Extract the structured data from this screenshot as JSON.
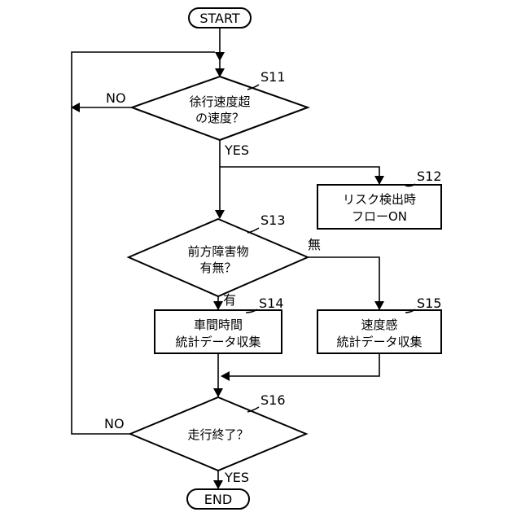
{
  "nodes": {
    "start": {
      "label": "START"
    },
    "s11": {
      "ref": "S11",
      "lines": [
        "徐行速度超",
        "の速度？"
      ]
    },
    "s12": {
      "ref": "S12",
      "lines": [
        "リスク検出時",
        "フローON"
      ]
    },
    "s13": {
      "ref": "S13",
      "lines": [
        "前方障害物",
        "有無？"
      ]
    },
    "s14": {
      "ref": "S14",
      "lines": [
        "車間時間",
        "統計データ収集"
      ]
    },
    "s15": {
      "ref": "S15",
      "lines": [
        "速度感",
        "統計データ収集"
      ]
    },
    "s16": {
      "ref": "S16",
      "lines": [
        "走行終了？"
      ]
    },
    "end": {
      "label": "END"
    }
  },
  "edge_labels": {
    "s11_no": "NO",
    "s11_yes": "YES",
    "s13_none": "無",
    "s13_yes": "有",
    "s16_no": "NO",
    "s16_yes": "YES"
  }
}
